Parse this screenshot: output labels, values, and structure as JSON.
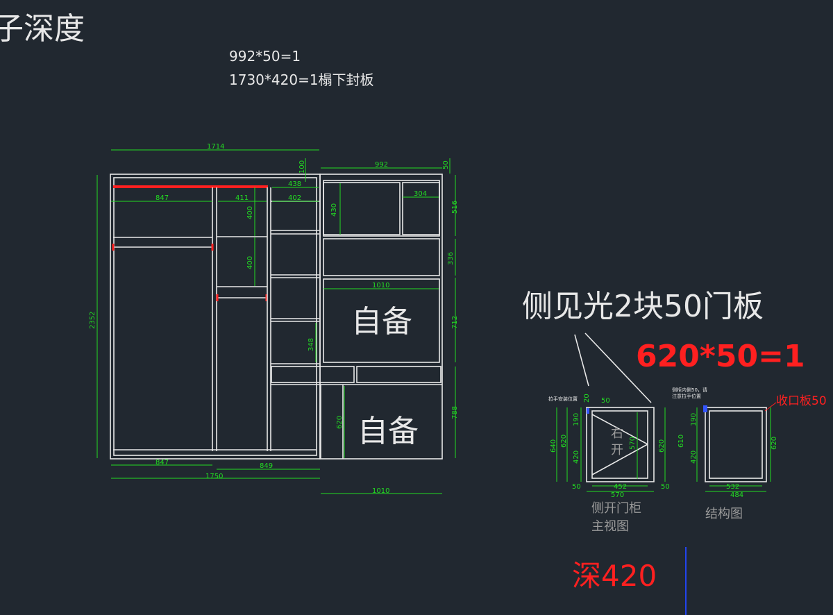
{
  "colors": {
    "background": "#212830",
    "line": "#e8e8e8",
    "dimension": "#22dd22",
    "highlight": "#ff2020",
    "note": "#9a9a9a"
  },
  "title": "子深度",
  "notes": [
    "992*50=1",
    "1730*420=1榻下封板"
  ],
  "dims": {
    "top_total": "1714",
    "right_top": "992",
    "d50": "50",
    "d100": "100",
    "d438": "438",
    "d402": "402",
    "d847": "847",
    "d411": "411",
    "d400a": "400",
    "d400b": "400",
    "d430": "430",
    "d304": "304",
    "d516": "516",
    "d336": "336",
    "d712": "712",
    "d788": "788",
    "d1010a": "1010",
    "d348": "348",
    "d620": "620",
    "d2352": "2352",
    "bottom_847": "847",
    "bottom_849": "849",
    "bottom_1750": "1750",
    "bottom_1010": "1010"
  },
  "labels": {
    "self_provided_1": "自备",
    "self_provided_2": "自备"
  },
  "side_note": "侧见光2块50门板",
  "side_spec": "620*50=1",
  "small": {
    "handle_note": "拉手安装位置",
    "handle_note2": "侧柜内側50，请",
    "handle_note3": "注意拉手位置",
    "d20": "20",
    "d50": "50",
    "d190": "190",
    "d420": "420",
    "d620": "620",
    "d640": "640",
    "d570": "570",
    "d452": "452",
    "d570b": "570",
    "d50b": "50",
    "d190b": "190",
    "d610": "610",
    "d420b": "420",
    "d620b": "620",
    "d532": "532",
    "d484": "484",
    "right_open": "右",
    "right_open2": "开",
    "trim": "收口板50",
    "caption1": "侧开门柜",
    "caption2": "主视图",
    "caption3": "结构图"
  },
  "depth": "深420"
}
